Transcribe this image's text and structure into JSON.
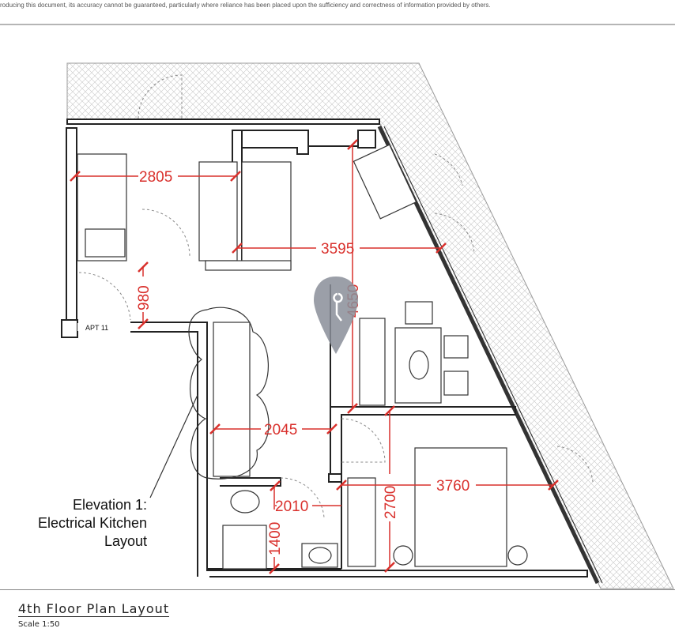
{
  "header": {
    "disclaimer": "roducing this document, its accuracy cannot be guaranteed, particularly where reliance has been placed upon the sufficiency and correctness of information provided by others."
  },
  "plan": {
    "title": "4th Floor Plan Layout",
    "scale": "Scale 1:50",
    "apartment_label": "APT 11",
    "elevation_note": [
      "Elevation 1:",
      "Electrical Kitchen",
      "Layout"
    ],
    "dimensions": {
      "d2805": "2805",
      "d3595": "3595",
      "d4650": "4650",
      "d980": "980",
      "d2045": "2045",
      "d2010": "2010",
      "d1400": "1400",
      "d2700": "2700",
      "d3760": "3760"
    },
    "colors": {
      "dimension": "#d9302c",
      "wall": "#222222",
      "pin": "#8a8f99"
    }
  }
}
